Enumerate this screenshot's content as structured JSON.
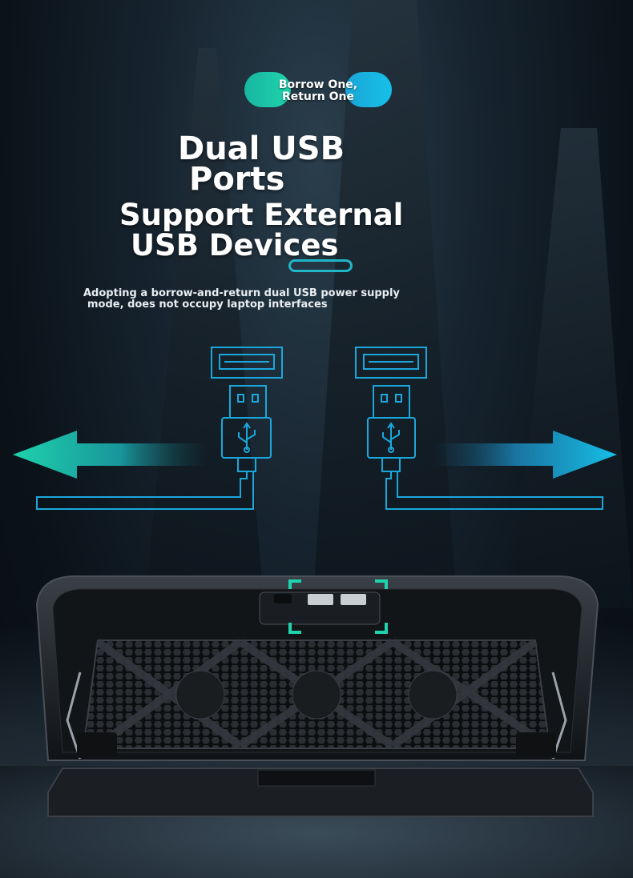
{
  "badge": {
    "line1": "Borrow One,",
    "line2": "Return One"
  },
  "heading": {
    "line1": "Dual USB",
    "line2": "Ports",
    "line3": "Support External",
    "line4": "USB Devices"
  },
  "description": {
    "line1": "Adopting a borrow-and-return dual USB power supply",
    "line2": "mode, does not occupy laptop interfaces"
  },
  "colors": {
    "accent_teal": "#1fd3ac",
    "accent_blue": "#16c0e8",
    "line_blue": "#1aa8dc",
    "background": "#0b1219"
  },
  "icons": [
    "usb-port-icon",
    "usb-plug-icon",
    "usb-symbol-icon",
    "arrow-left-icon",
    "arrow-right-icon"
  ]
}
